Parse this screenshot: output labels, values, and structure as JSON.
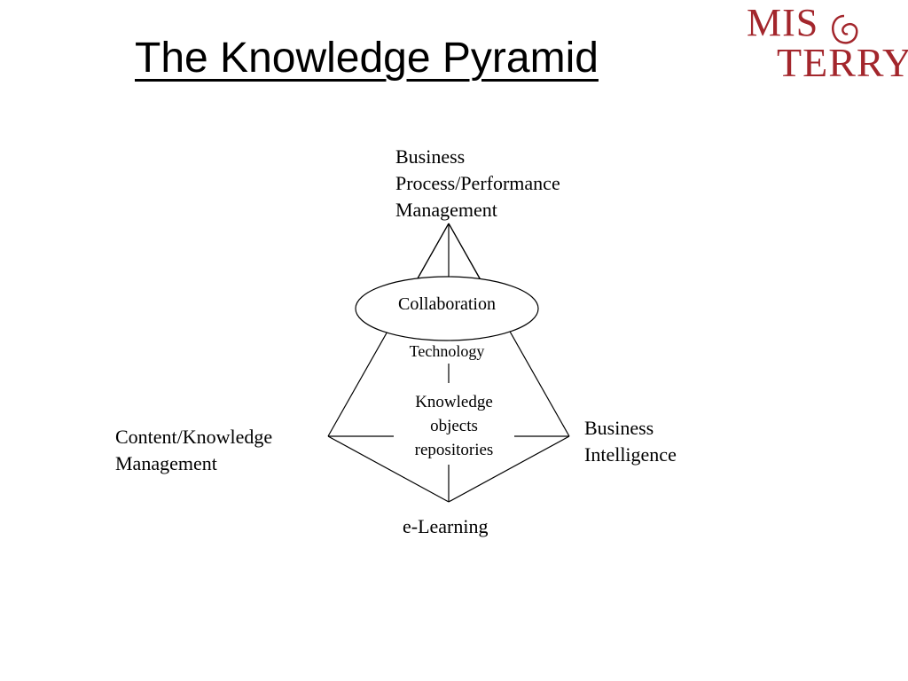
{
  "slide": {
    "title": "The Knowledge Pyramid"
  },
  "logo": {
    "line1": "MIS",
    "line2": "TERRY",
    "color": "#a3262c"
  },
  "diagram": {
    "top": [
      "Business",
      "Process/Performance",
      "Management"
    ],
    "left": [
      "Content/Knowledge",
      "Management"
    ],
    "right": [
      "Business",
      "Intelligence"
    ],
    "bottom": "e-Learning",
    "ellipse": [
      "Collaboration",
      "Technology"
    ],
    "center": [
      "Knowledge",
      "objects",
      "repositories"
    ]
  }
}
